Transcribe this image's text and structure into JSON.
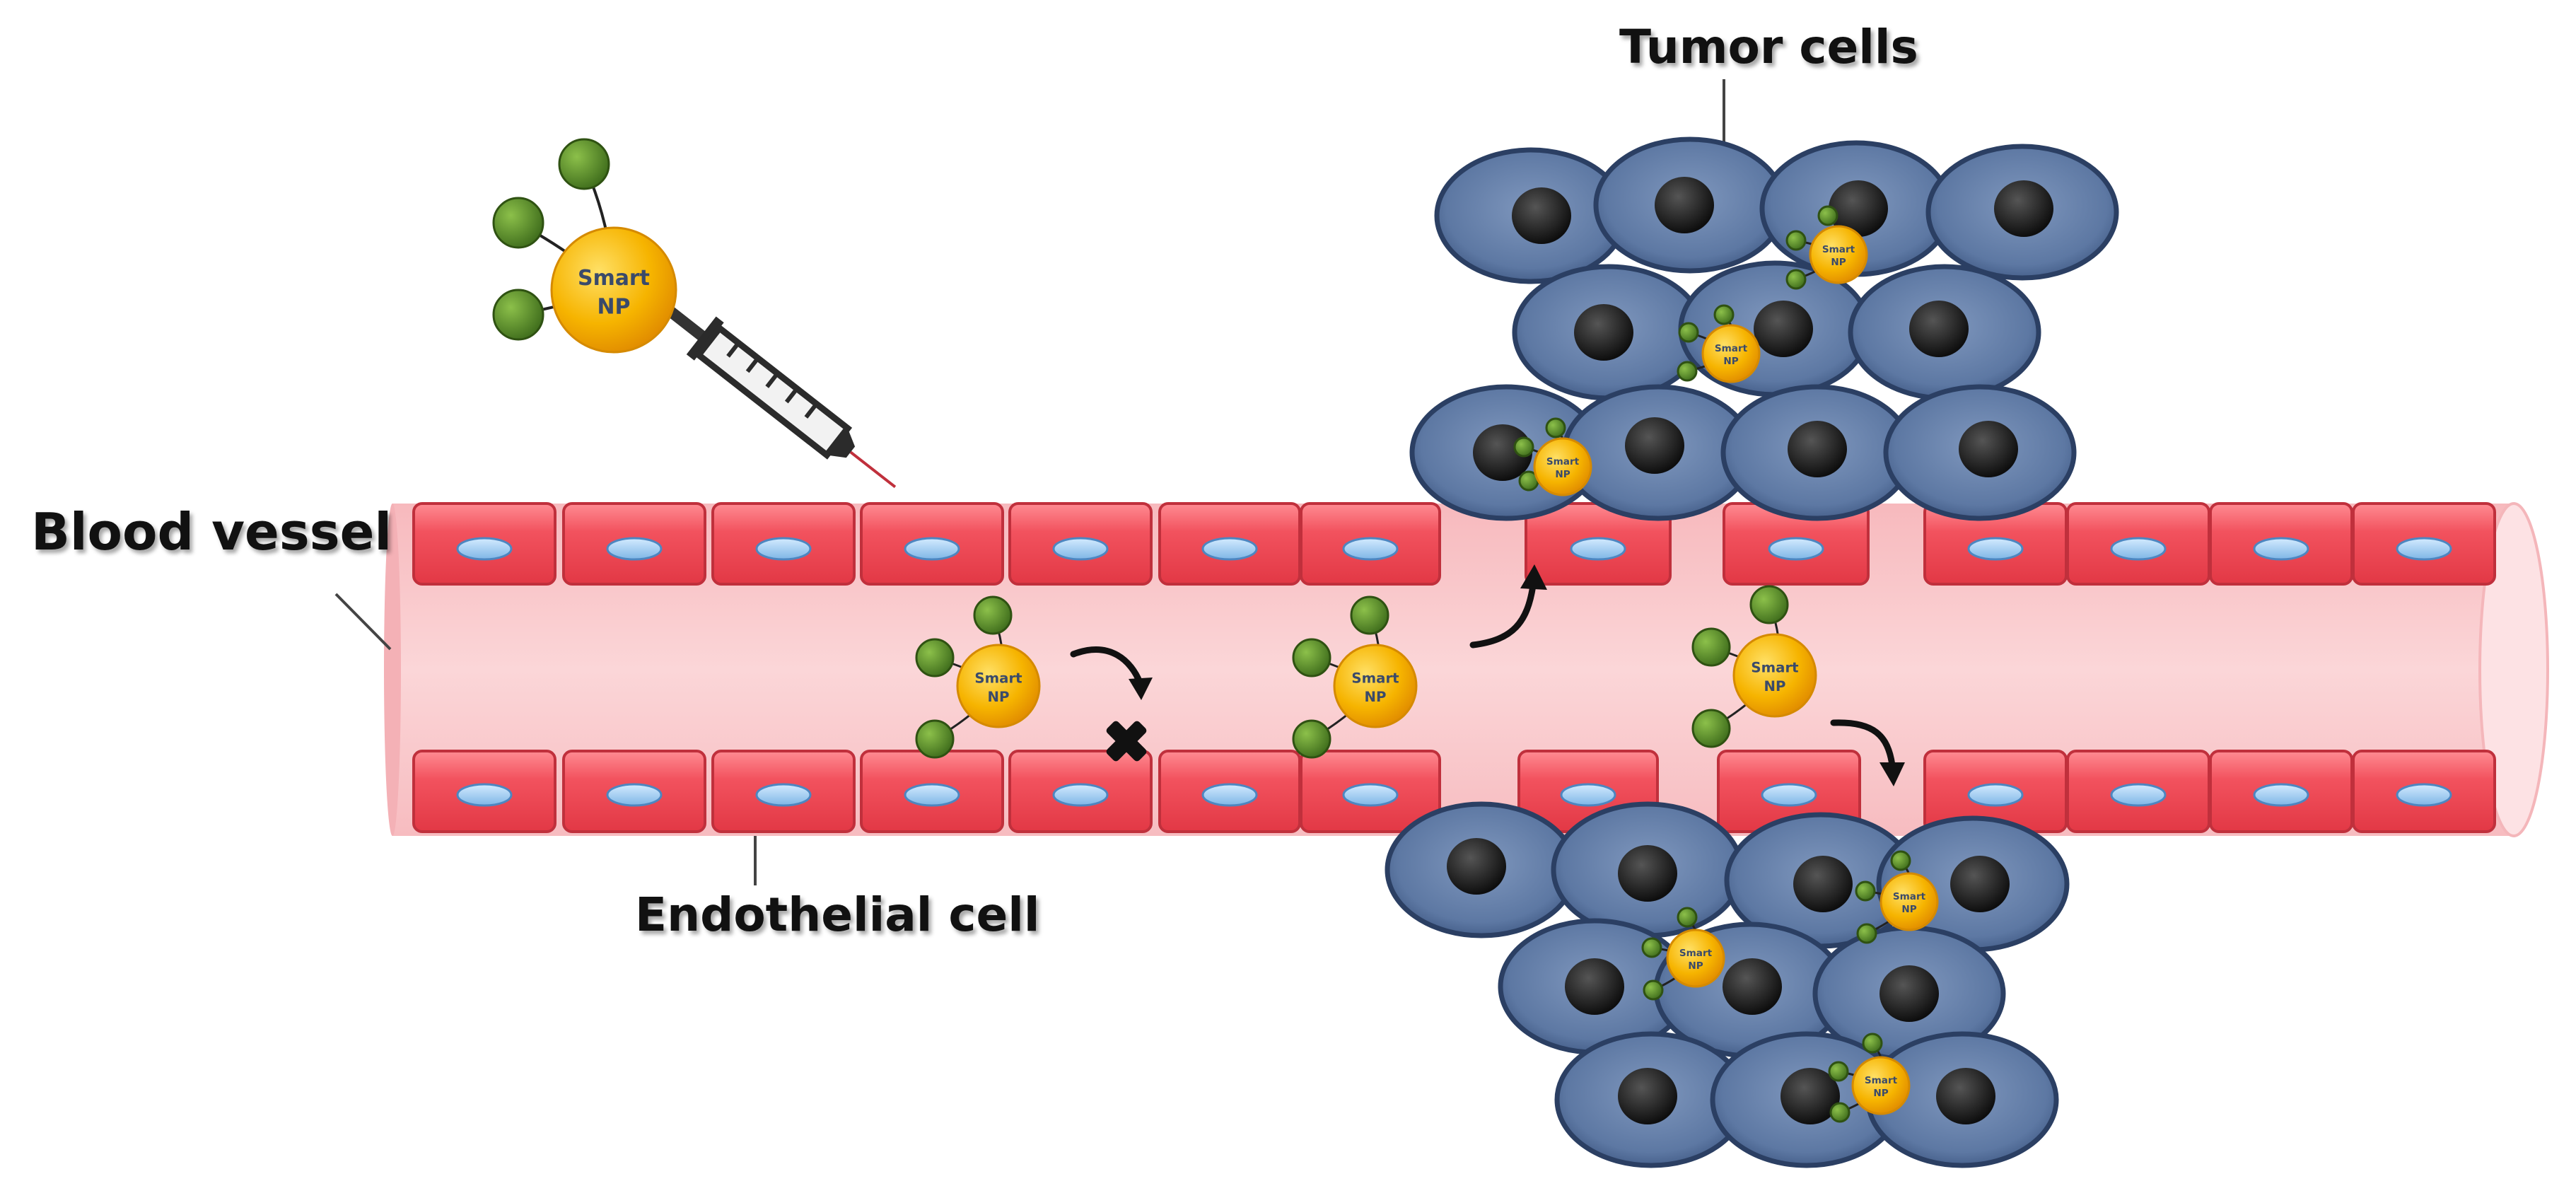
{
  "labels": {
    "tumor_cells": "Tumor cells",
    "blood_vessel": "Blood vessel",
    "endothelial_cell": "Endothelial cell"
  },
  "nanoparticle": {
    "line1": "Smart",
    "line2": "NP"
  },
  "colors": {
    "vessel_fill": "#f9c9cc",
    "endothelial_fill": "#ef4652",
    "endothelial_nucleus": "#8fc4ee",
    "tumor_cell_fill": "#4f6a96",
    "tumor_nucleus": "#141414",
    "nanoparticle_core": "#f6b400",
    "ligand": "#5a8a2a",
    "syringe": "#2b2b2b",
    "blocked_mark": "#111111"
  },
  "icons": {
    "blocked": "x-cross-icon",
    "injection": "syringe-icon",
    "flow": "curved-arrow-icon"
  }
}
